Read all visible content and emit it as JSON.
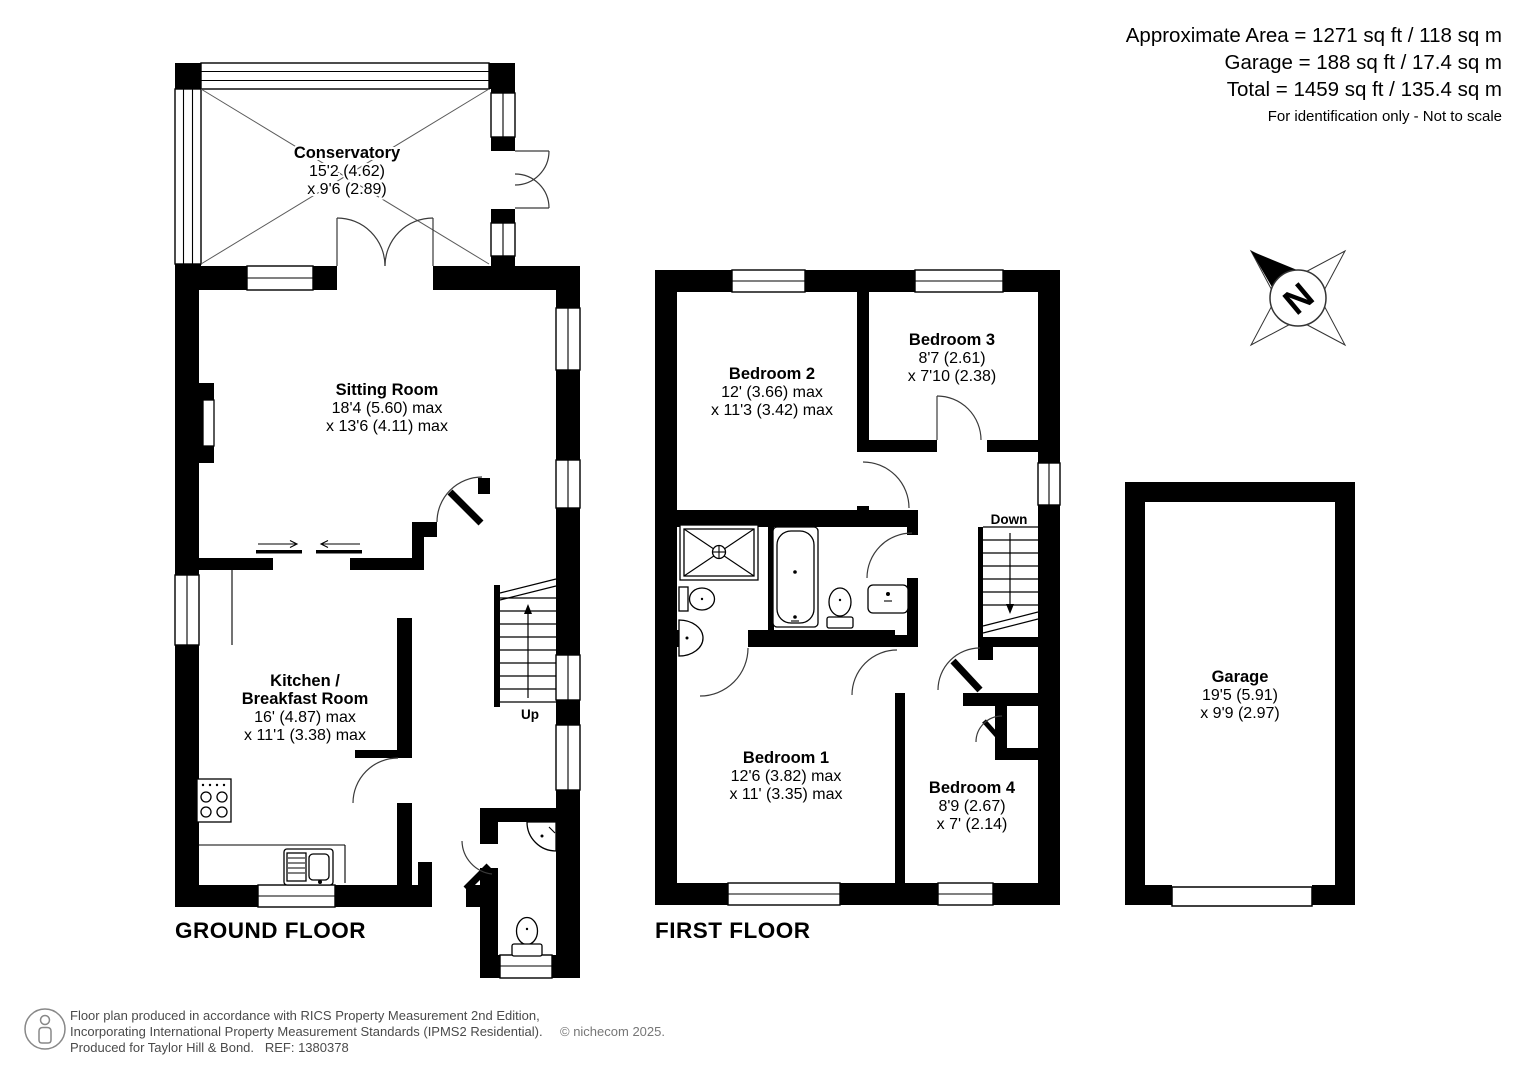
{
  "header": {
    "area_line": "Approximate Area = 1271 sq ft / 118 sq m",
    "garage_line": "Garage = 188 sq ft / 17.4 sq m",
    "total_line": "Total = 1459 sq ft / 135.4 sq m",
    "note": "For identification only - Not to scale"
  },
  "compass": {
    "north_letter": "N"
  },
  "ground_floor": {
    "title": "GROUND FLOOR",
    "stairs_label": "Up",
    "conservatory": {
      "name": "Conservatory",
      "dim1": "15'2 (4.62)",
      "dim2": "x 9'6 (2.89)"
    },
    "sitting_room": {
      "name": "Sitting Room",
      "dim1": "18'4 (5.60) max",
      "dim2": "x 13'6 (4.11) max"
    },
    "kitchen": {
      "name_line1": "Kitchen /",
      "name_line2": "Breakfast Room",
      "dim1": "16' (4.87) max",
      "dim2": "x 11'1 (3.38) max"
    }
  },
  "first_floor": {
    "title": "FIRST FLOOR",
    "stairs_label": "Down",
    "bedroom1": {
      "name": "Bedroom 1",
      "dim1": "12'6 (3.82) max",
      "dim2": "x 11' (3.35) max"
    },
    "bedroom2": {
      "name": "Bedroom 2",
      "dim1": "12' (3.66) max",
      "dim2": "x 11'3 (3.42) max"
    },
    "bedroom3": {
      "name": "Bedroom 3",
      "dim1": "8'7 (2.61)",
      "dim2": "x 7'10 (2.38)"
    },
    "bedroom4": {
      "name": "Bedroom 4",
      "dim1": "8'9 (2.67)",
      "dim2": "x 7' (2.14)"
    }
  },
  "garage": {
    "name": "Garage",
    "dim1": "19'5 (5.91)",
    "dim2": "x 9'9 (2.97)"
  },
  "footer": {
    "line1": "Floor plan produced in accordance with RICS Property Measurement 2nd Edition,",
    "line2": "Incorporating International Property Measurement Standards (IPMS2 Residential).",
    "line3": "Produced for Taylor Hill & Bond.   REF: 1380378",
    "copyright": "© nichecom 2025."
  }
}
